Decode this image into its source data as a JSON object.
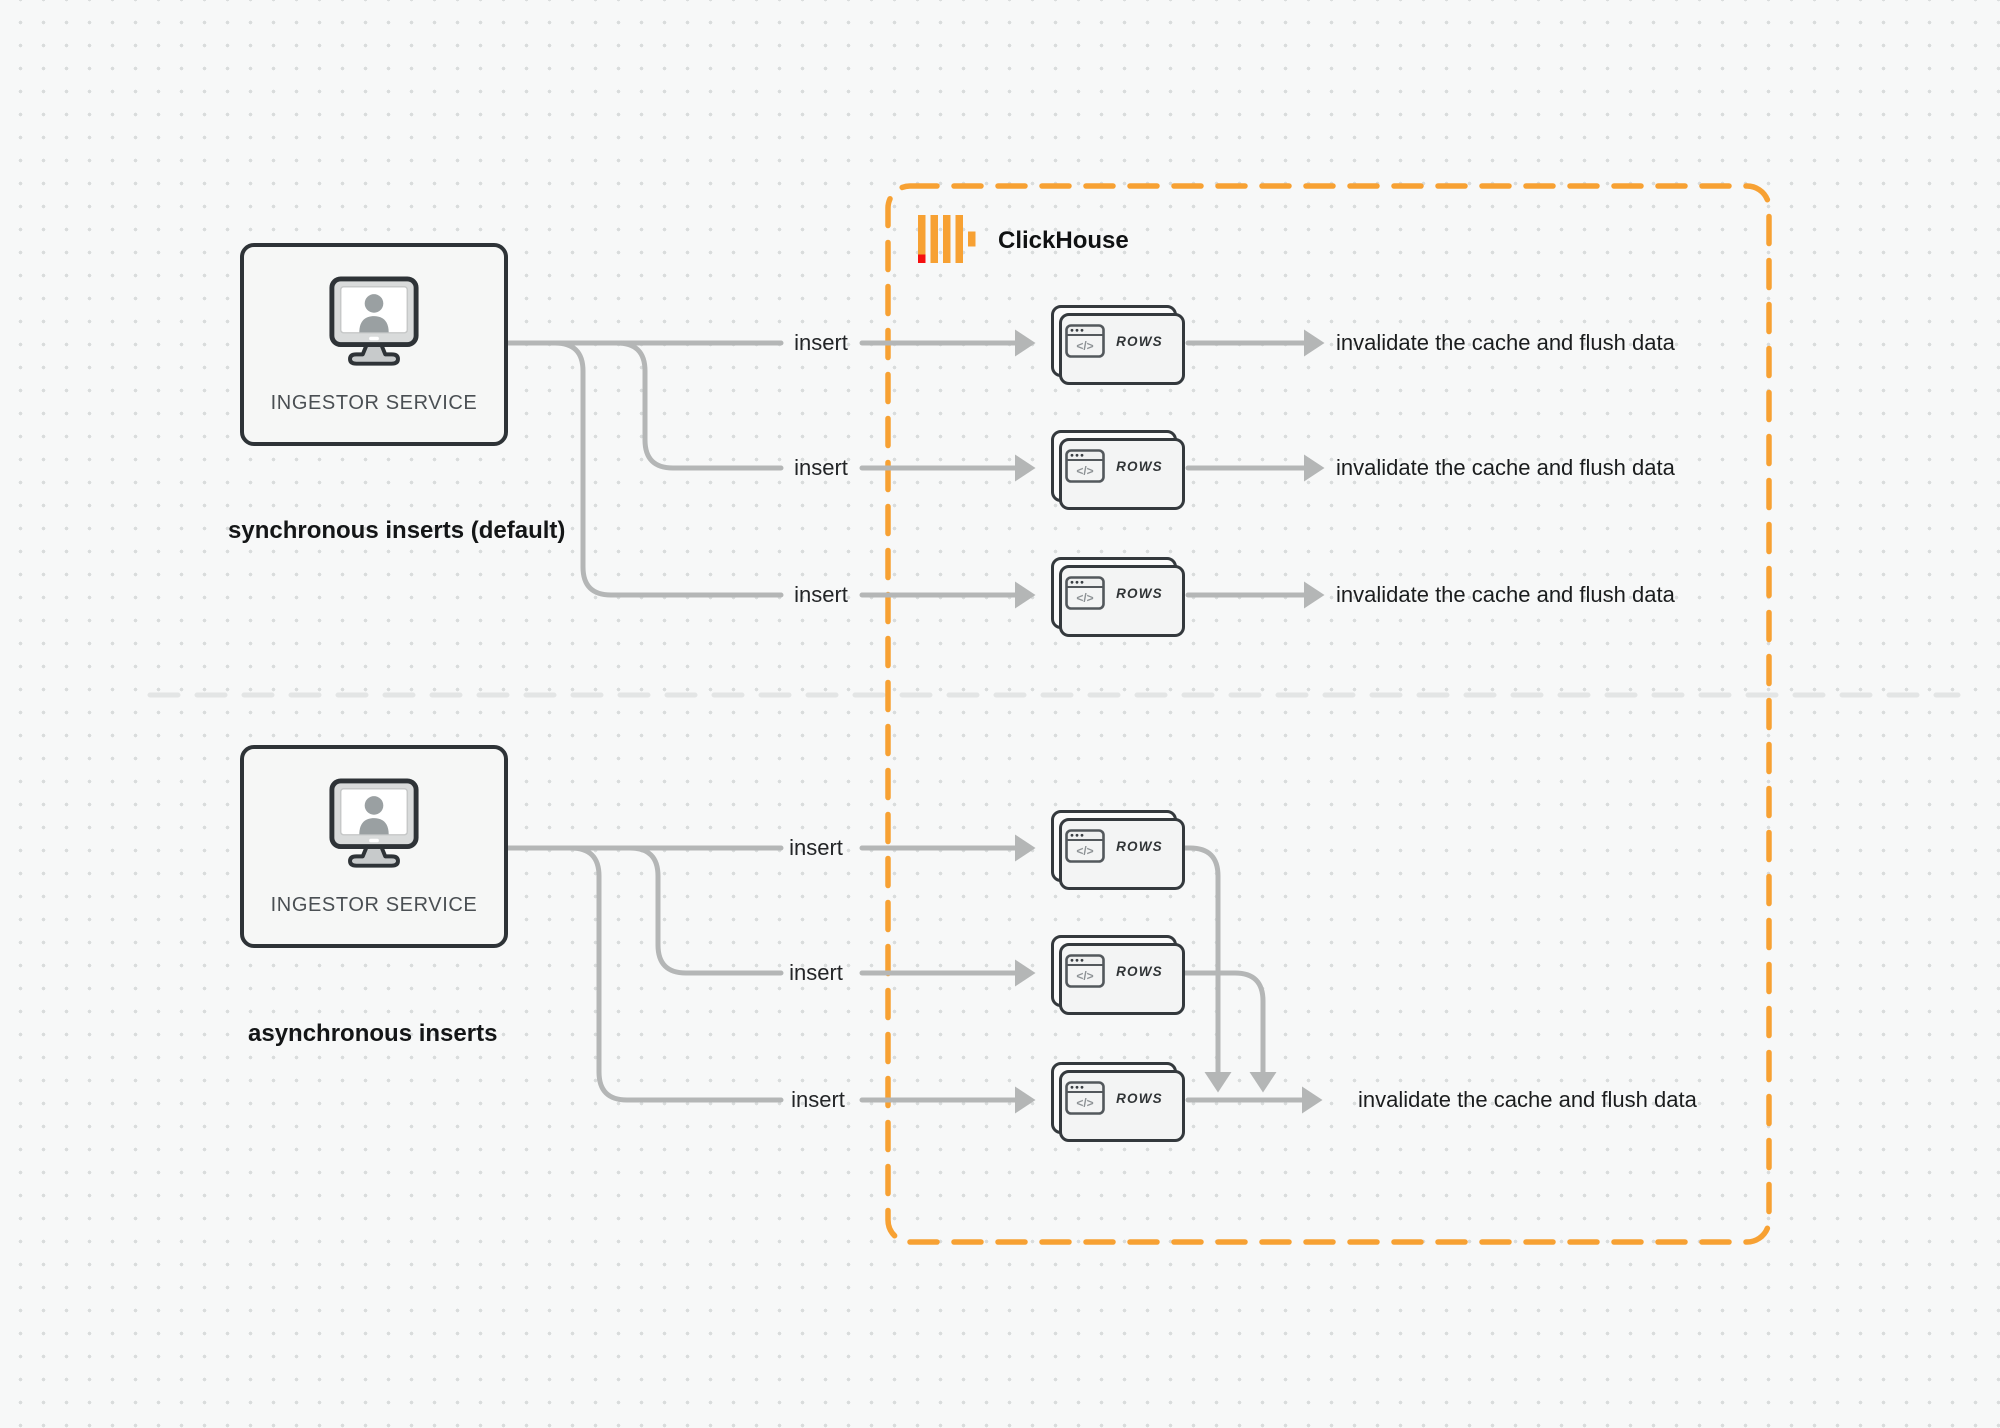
{
  "clickhouse": {
    "name": "ClickHouse"
  },
  "sync": {
    "service_label": "INGESTOR SERVICE",
    "caption": "synchronous inserts (default)",
    "rows": [
      {
        "insert": "insert",
        "card": "ROWS",
        "result": "invalidate the cache and flush data"
      },
      {
        "insert": "insert",
        "card": "ROWS",
        "result": "invalidate the cache and flush data"
      },
      {
        "insert": "insert",
        "card": "ROWS",
        "result": "invalidate the cache and flush data"
      }
    ]
  },
  "asynchronous": {
    "service_label": "INGESTOR SERVICE",
    "caption": "asynchronous inserts",
    "rows": [
      {
        "insert": "insert",
        "card": "ROWS"
      },
      {
        "insert": "insert",
        "card": "ROWS"
      },
      {
        "insert": "insert",
        "card": "ROWS",
        "result": "invalidate the cache and flush data"
      }
    ]
  },
  "icons": {
    "code_glyph": "</>"
  },
  "colors": {
    "accent_orange": "#F7A133",
    "logo_red": "#F50F0F",
    "wire_gray": "#B4B6B6",
    "divider_gray": "#E3E5E5",
    "dark_border": "#2E3337",
    "text_dark": "#1B1D1E"
  }
}
